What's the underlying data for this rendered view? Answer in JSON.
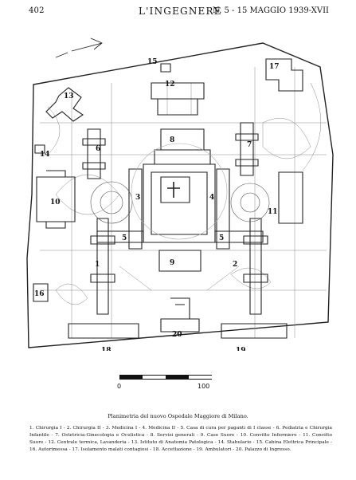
{
  "header": {
    "page_number": "402",
    "journal_title": "L'INGEGNERE",
    "issue": "N. 5 - 15 MAGGIO 1939-XVII"
  },
  "plan": {
    "building_numbers": [
      "1",
      "2",
      "3",
      "4",
      "5",
      "5",
      "6",
      "7",
      "8",
      "9",
      "10",
      "11",
      "12",
      "13",
      "14",
      "15",
      "16",
      "17",
      "18",
      "19",
      "20"
    ]
  },
  "scale": {
    "start_label": "0",
    "end_label": "100"
  },
  "caption": "Planimetria del nuovo Ospedale Maggiore di Milano.",
  "legend": "1. Chirurgia I - 2. Chirurgia II - 3. Medicina I - 4. Medicina II - 5. Casa di cura per paganti di I classe - 6. Pediatria e Chirurgia Infantile - 7. Ostetricia-Ginecologia e Oculistica - 8. Servizi generali - 9. Case Suore - 10. Convitto Infermiere - 11. Convitto Suore - 12. Centrale termica, Lavanderia - 13. Istituto di Anatomia Patologica - 14. Stabulario - 15. Cabina Elettrica Principale - 16. Autorimessa - 17. Isolamento malati contagiosi - 18. Accettazione - 19. Ambulatori - 20. Palazzo di Ingresso."
}
